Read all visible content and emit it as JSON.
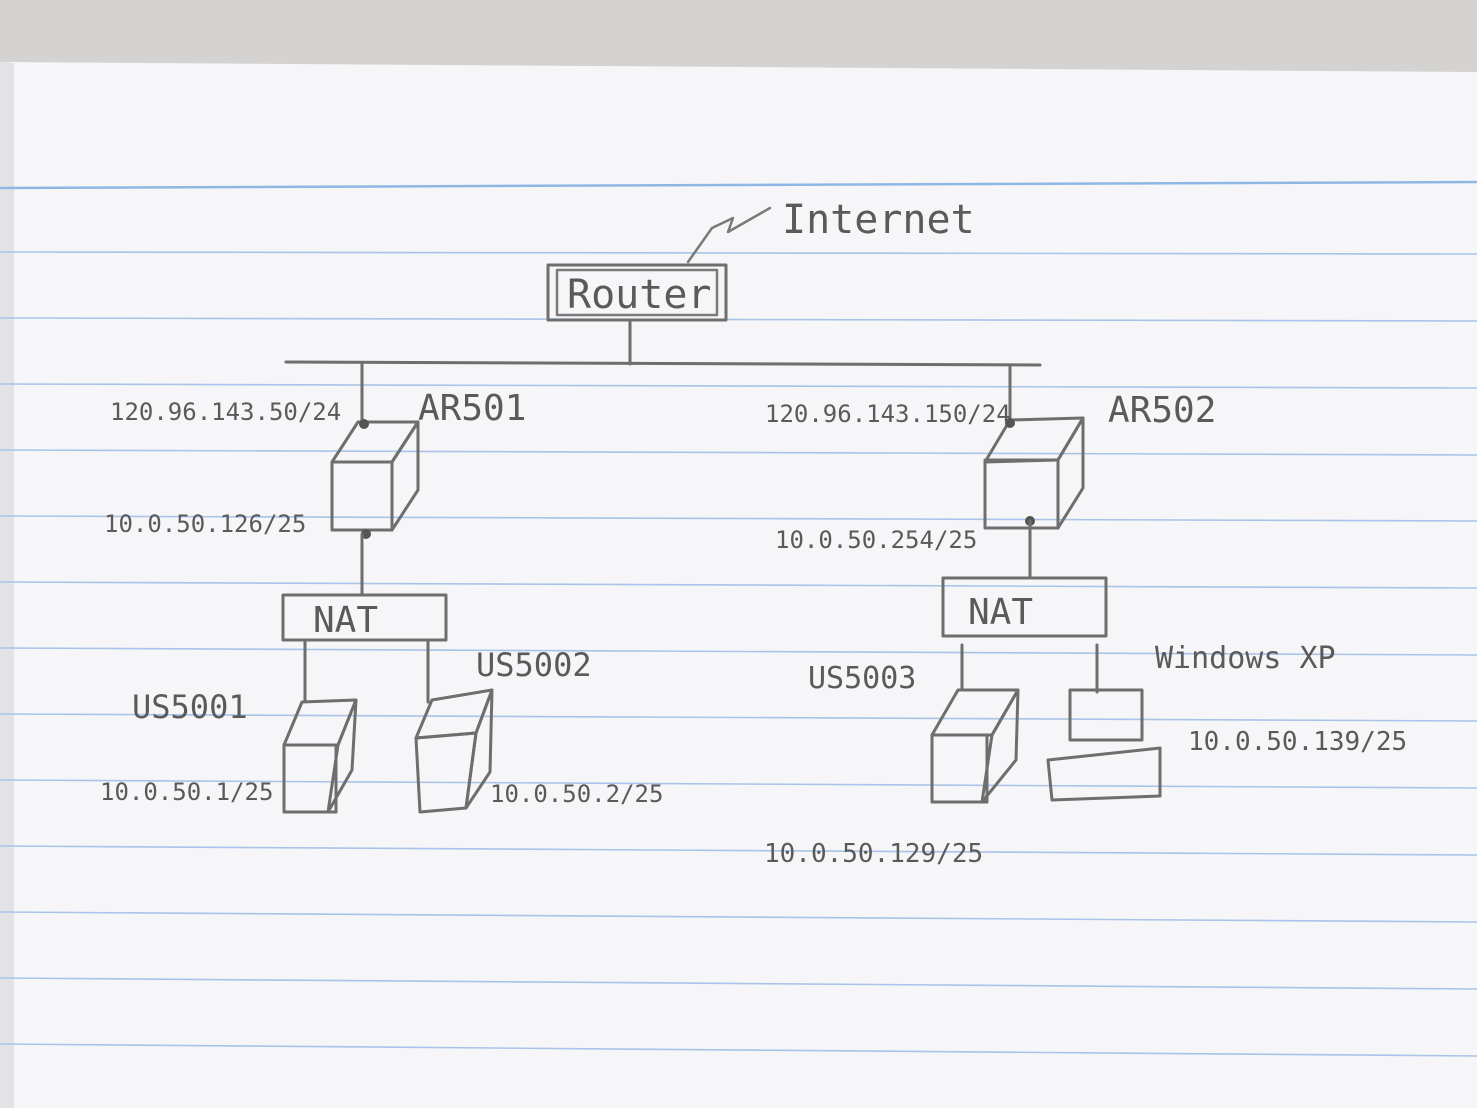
{
  "diagram": {
    "internet": "Internet",
    "router": "Router",
    "ar501": {
      "name": "AR501",
      "wan_ip": "120.96.143.50/24",
      "lan_ip": "10.0.50.126/25"
    },
    "ar502": {
      "name": "AR502",
      "wan_ip": "120.96.143.150/24",
      "lan_ip": "10.0.50.254/25"
    },
    "nat_left": "NAT",
    "nat_right": "NAT",
    "us5001": {
      "name": "US5001",
      "ip": "10.0.50.1/25"
    },
    "us5002": {
      "name": "US5002",
      "ip": "10.0.50.2/25"
    },
    "us5003": {
      "name": "US5003",
      "ip": "10.0.50.129/25"
    },
    "winxp": {
      "name": "Windows XP",
      "ip": "10.0.50.139/25"
    }
  }
}
